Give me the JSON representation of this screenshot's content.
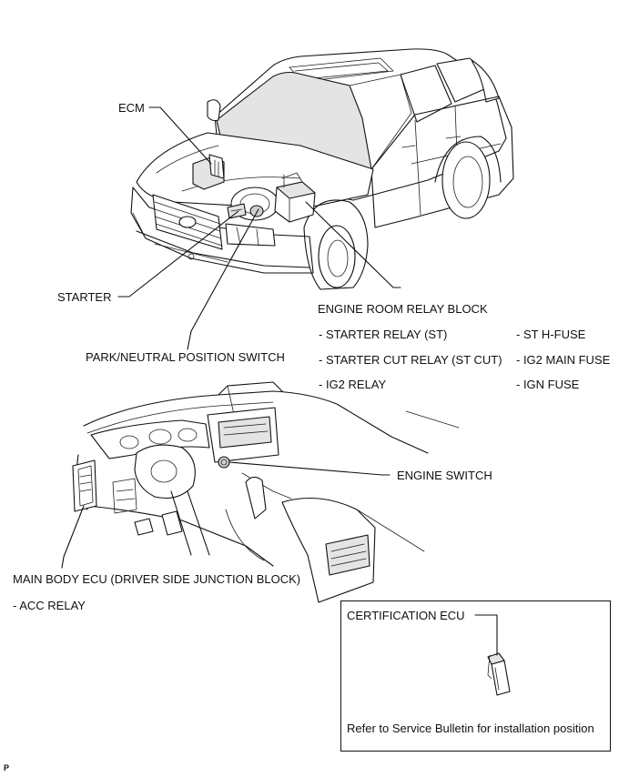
{
  "labels": {
    "ecm": "ECM",
    "starter": "STARTER",
    "park_neutral_switch": "PARK/NEUTRAL POSITION SWITCH",
    "engine_room_relay_block": "ENGINE ROOM RELAY BLOCK",
    "engine_switch": "ENGINE SWITCH",
    "main_body_ecu": "MAIN BODY ECU (DRIVER SIDE JUNCTION BLOCK)",
    "certification_ecu": "CERTIFICATION ECU",
    "corner_mark": "P"
  },
  "relay_block_items": {
    "left": [
      "- STARTER RELAY (ST)",
      "- STARTER CUT RELAY (ST CUT)",
      "- IG2 RELAY"
    ],
    "right": [
      "- ST H-FUSE",
      "- IG2 MAIN FUSE",
      "- IGN FUSE"
    ]
  },
  "main_body_items": [
    "- ACC RELAY"
  ],
  "certification_note": "Refer to Service Bulletin for installation position"
}
